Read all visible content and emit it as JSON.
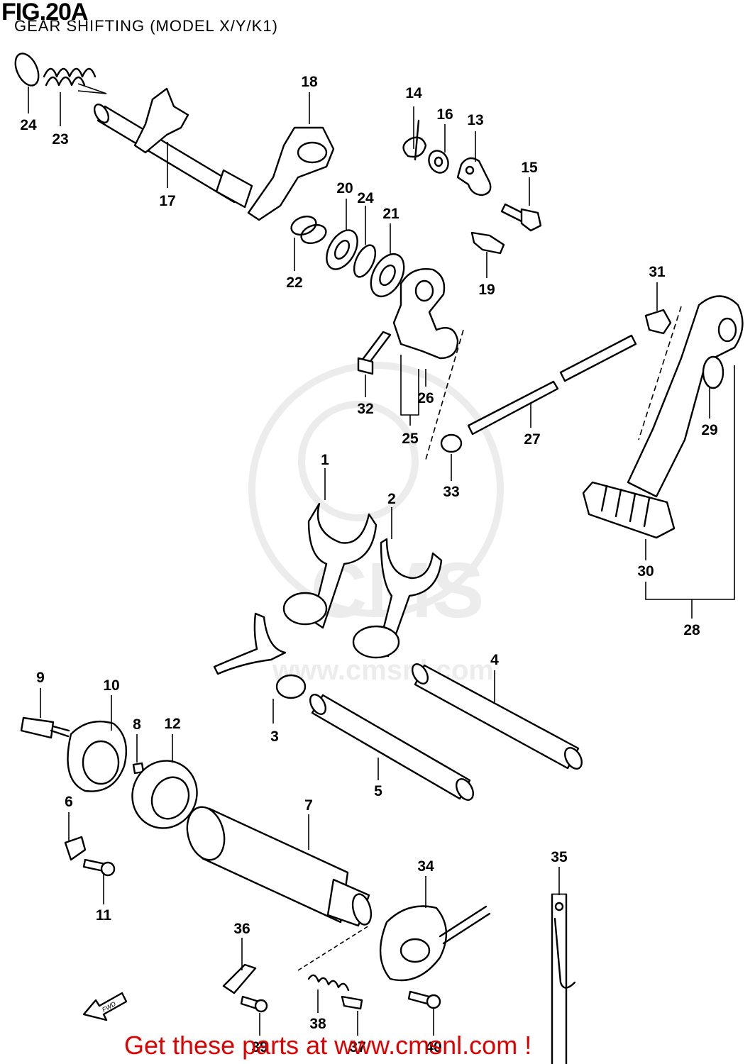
{
  "title": "FIG.20A",
  "subtitle": "GEAR SHIFTING (MODEL X/Y/K1)",
  "watermark": {
    "brand": "CMS",
    "url": "www.cmsnl.com"
  },
  "footer": "Get these parts at www.cmsnl.com !",
  "fwd_label": "FWD",
  "part_labels": [
    {
      "id": "p24a",
      "text": "24"
    },
    {
      "id": "p23",
      "text": "23"
    },
    {
      "id": "p17",
      "text": "17"
    },
    {
      "id": "p18",
      "text": "18"
    },
    {
      "id": "p14",
      "text": "14"
    },
    {
      "id": "p16",
      "text": "16"
    },
    {
      "id": "p13",
      "text": "13"
    },
    {
      "id": "p15",
      "text": "15"
    },
    {
      "id": "p20",
      "text": "20"
    },
    {
      "id": "p24b",
      "text": "24"
    },
    {
      "id": "p21",
      "text": "21"
    },
    {
      "id": "p22",
      "text": "22"
    },
    {
      "id": "p19",
      "text": "19"
    },
    {
      "id": "p31",
      "text": "31"
    },
    {
      "id": "p32",
      "text": "32"
    },
    {
      "id": "p26",
      "text": "26"
    },
    {
      "id": "p25",
      "text": "25"
    },
    {
      "id": "p27",
      "text": "27"
    },
    {
      "id": "p29",
      "text": "29"
    },
    {
      "id": "p33",
      "text": "33"
    },
    {
      "id": "p1",
      "text": "1"
    },
    {
      "id": "p2",
      "text": "2"
    },
    {
      "id": "p30",
      "text": "30"
    },
    {
      "id": "p28",
      "text": "28"
    },
    {
      "id": "p4",
      "text": "4"
    },
    {
      "id": "p9",
      "text": "9"
    },
    {
      "id": "p10",
      "text": "10"
    },
    {
      "id": "p8",
      "text": "8"
    },
    {
      "id": "p12",
      "text": "12"
    },
    {
      "id": "p3",
      "text": "3"
    },
    {
      "id": "p5",
      "text": "5"
    },
    {
      "id": "p6",
      "text": "6"
    },
    {
      "id": "p7",
      "text": "7"
    },
    {
      "id": "p11",
      "text": "11"
    },
    {
      "id": "p34",
      "text": "34"
    },
    {
      "id": "p35",
      "text": "35"
    },
    {
      "id": "p36",
      "text": "36"
    },
    {
      "id": "p38",
      "text": "38"
    },
    {
      "id": "p37",
      "text": "37"
    },
    {
      "id": "p39",
      "text": "39"
    },
    {
      "id": "p40",
      "text": "40"
    }
  ]
}
